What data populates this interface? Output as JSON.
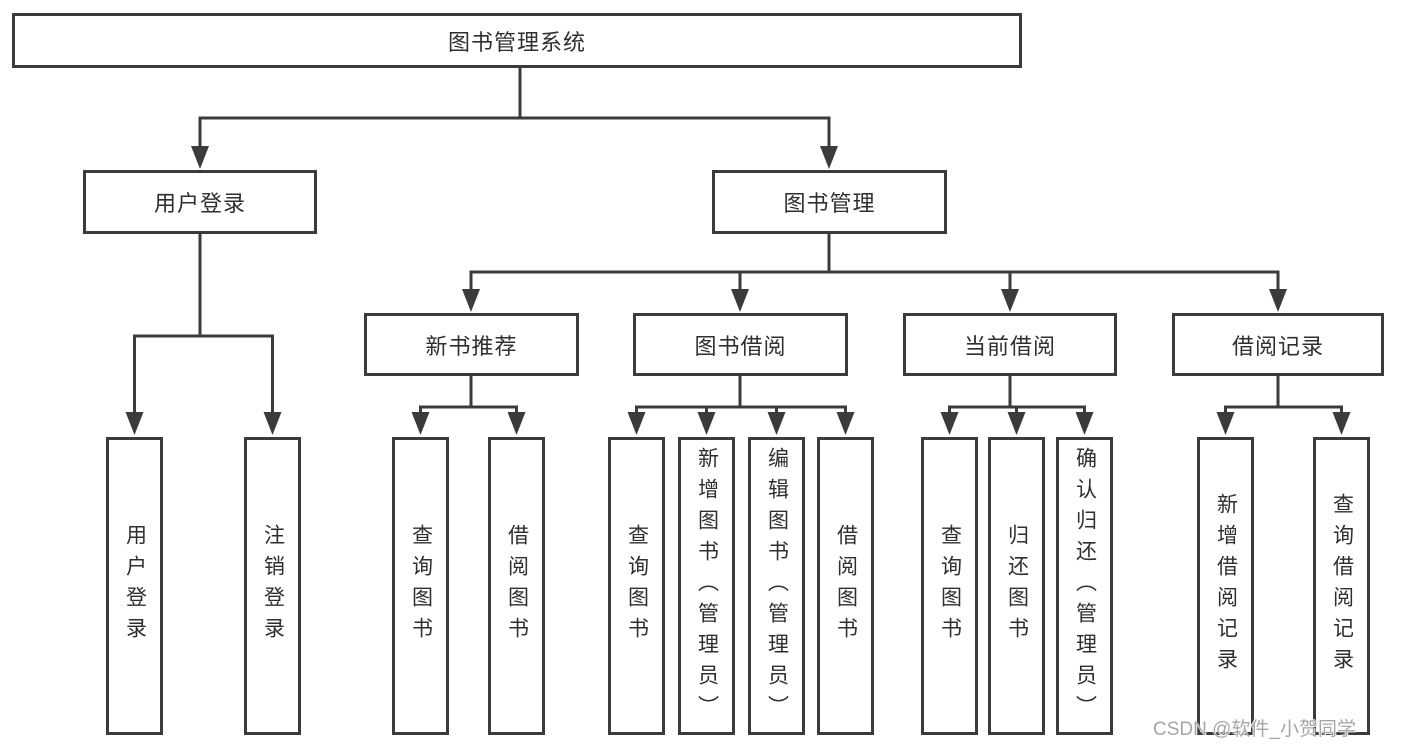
{
  "tree": {
    "root": {
      "label": "图书管理系统"
    },
    "branches": [
      {
        "label": "用户登录",
        "children": [
          {
            "label": "用户登录"
          },
          {
            "label": "注销登录"
          }
        ]
      },
      {
        "label": "图书管理",
        "groups": [
          {
            "label": "新书推荐",
            "children": [
              {
                "label": "查询图书"
              },
              {
                "label": "借阅图书"
              }
            ]
          },
          {
            "label": "图书借阅",
            "children": [
              {
                "label": "查询图书"
              },
              {
                "label": "新增图书（管理员）"
              },
              {
                "label": "编辑图书（管理员）"
              },
              {
                "label": "借阅图书"
              }
            ]
          },
          {
            "label": "当前借阅",
            "children": [
              {
                "label": "查询图书"
              },
              {
                "label": "归还图书"
              },
              {
                "label": "确认归还（管理员）"
              }
            ]
          },
          {
            "label": "借阅记录",
            "children": [
              {
                "label": "新增借阅记录"
              },
              {
                "label": "查询借阅记录"
              }
            ]
          }
        ]
      }
    ]
  },
  "watermark": "CSDN @软件_小贺同学",
  "colors": {
    "line": "#3b3b3b",
    "text": "#2f2f2f",
    "box_background": "#ffffff",
    "page_background": "#ffffff",
    "watermark": "#a6a6a6"
  }
}
